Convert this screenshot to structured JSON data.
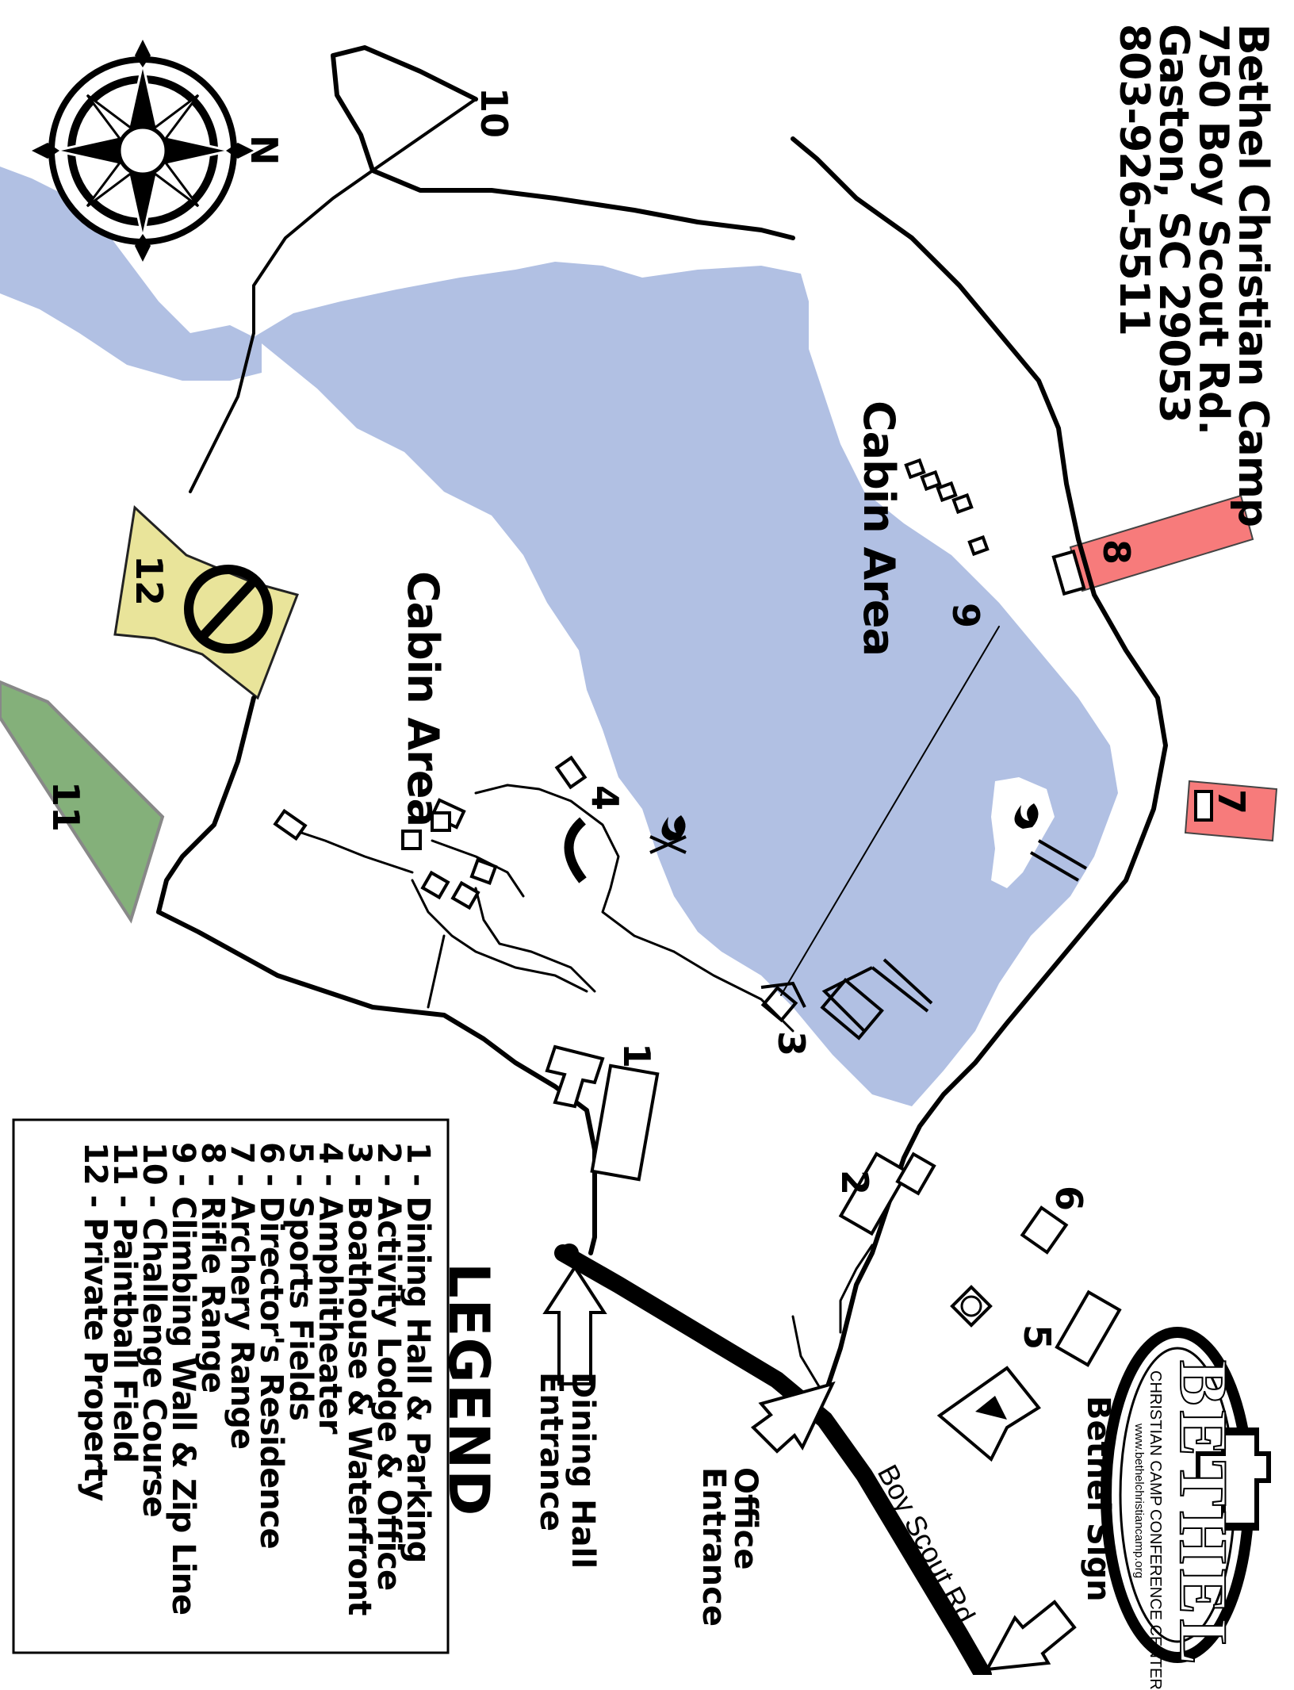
{
  "header": {
    "name": "Bethel Christian Camp",
    "street": "750 Boy Scout Rd.",
    "city": "Gaston, SC 29053",
    "phone": "803-926-5511"
  },
  "compass": {
    "label": "N"
  },
  "map_labels": {
    "cabin_area_1": "Cabin Area",
    "cabin_area_2": "Cabin Area",
    "road": "Boy Scout Rd.",
    "bethel_sign": "Bethel Sign",
    "office_entrance_1": "Office",
    "office_entrance_2": "Entrance",
    "dining_entrance_1": "Dining Hall",
    "dining_entrance_2": "Entrance"
  },
  "markers": {
    "m1": "1",
    "m2": "2",
    "m3": "3",
    "m4": "4",
    "m5": "5",
    "m6": "6",
    "m7": "7",
    "m8": "8",
    "m9": "9",
    "m10": "10",
    "m11": "11",
    "m12": "12"
  },
  "legend": {
    "title": "LEGEND",
    "items": [
      "1 - Dining Hall & Parking",
      "2 - Activity Lodge & Office",
      "3 - Boathouse & Waterfront",
      "4 - Amphitheater",
      "5 - Sports Fields",
      "6 - Director's Residence",
      "7 - Archery Range",
      "8 - Rifle Range",
      "9 - Climbing Wall & Zip Line",
      "10 - Challenge Course",
      "11 - Paintball Field",
      "12 - Private Property"
    ]
  },
  "logo": {
    "name": "BETHEL",
    "sub_left": "CHRISTIAN CAMP",
    "sub_right": "CONFERENCE CENTER",
    "url": "www.bethelchristiancamp.org"
  },
  "colors": {
    "water": "#b1c0e3",
    "range": "#f77b7b",
    "private": "#e9e49a",
    "paintball": "#84b07a",
    "ink": "#000000"
  }
}
